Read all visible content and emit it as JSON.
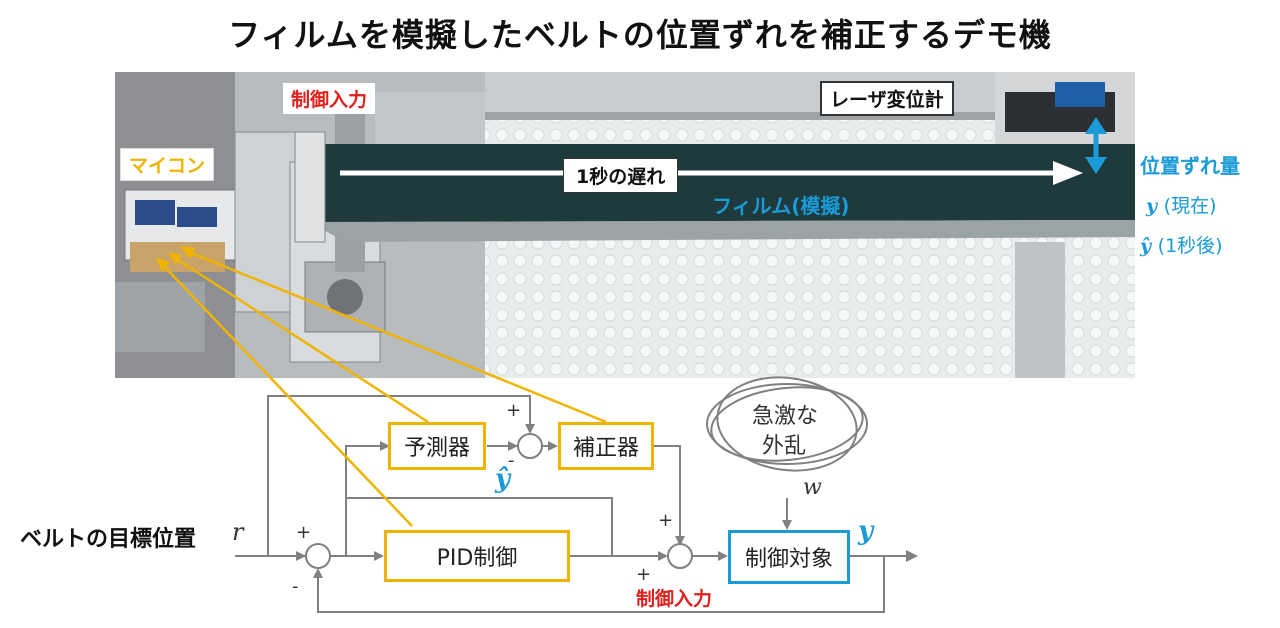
{
  "title": "フィルムを模擬したベルトの位置ずれを補正するデモ機",
  "photo": {
    "label_control_input": "制御入力",
    "label_microcontroller": "マイコン",
    "label_laser": "レーザ変位計",
    "label_delay": "1秒の遅れ",
    "label_film": "フィルム(模擬)",
    "label_offset": "位置ずれ量",
    "label_y_current_symbol": "y",
    "label_y_current_text": "(現在)",
    "label_y_future_symbol": "ŷ",
    "label_y_future_text": "(1秒後)"
  },
  "diagram": {
    "target_label": "ベルトの目標位置",
    "r_symbol": "r",
    "predictor": "予測器",
    "corrector": "補正器",
    "pid": "PID制御",
    "plant": "制御対象",
    "disturbance_line1": "急激な",
    "disturbance_line2": "外乱",
    "w_symbol": "w",
    "y_symbol": "y",
    "yhat_symbol": "ŷ",
    "control_input": "制御入力",
    "sign_plus": "+",
    "sign_minus": "-"
  },
  "colors": {
    "yellow": "#f0b400",
    "blue": "#1a9ad6",
    "red": "#e0201c",
    "belt": "#1f3a3c",
    "line": "#808080"
  }
}
